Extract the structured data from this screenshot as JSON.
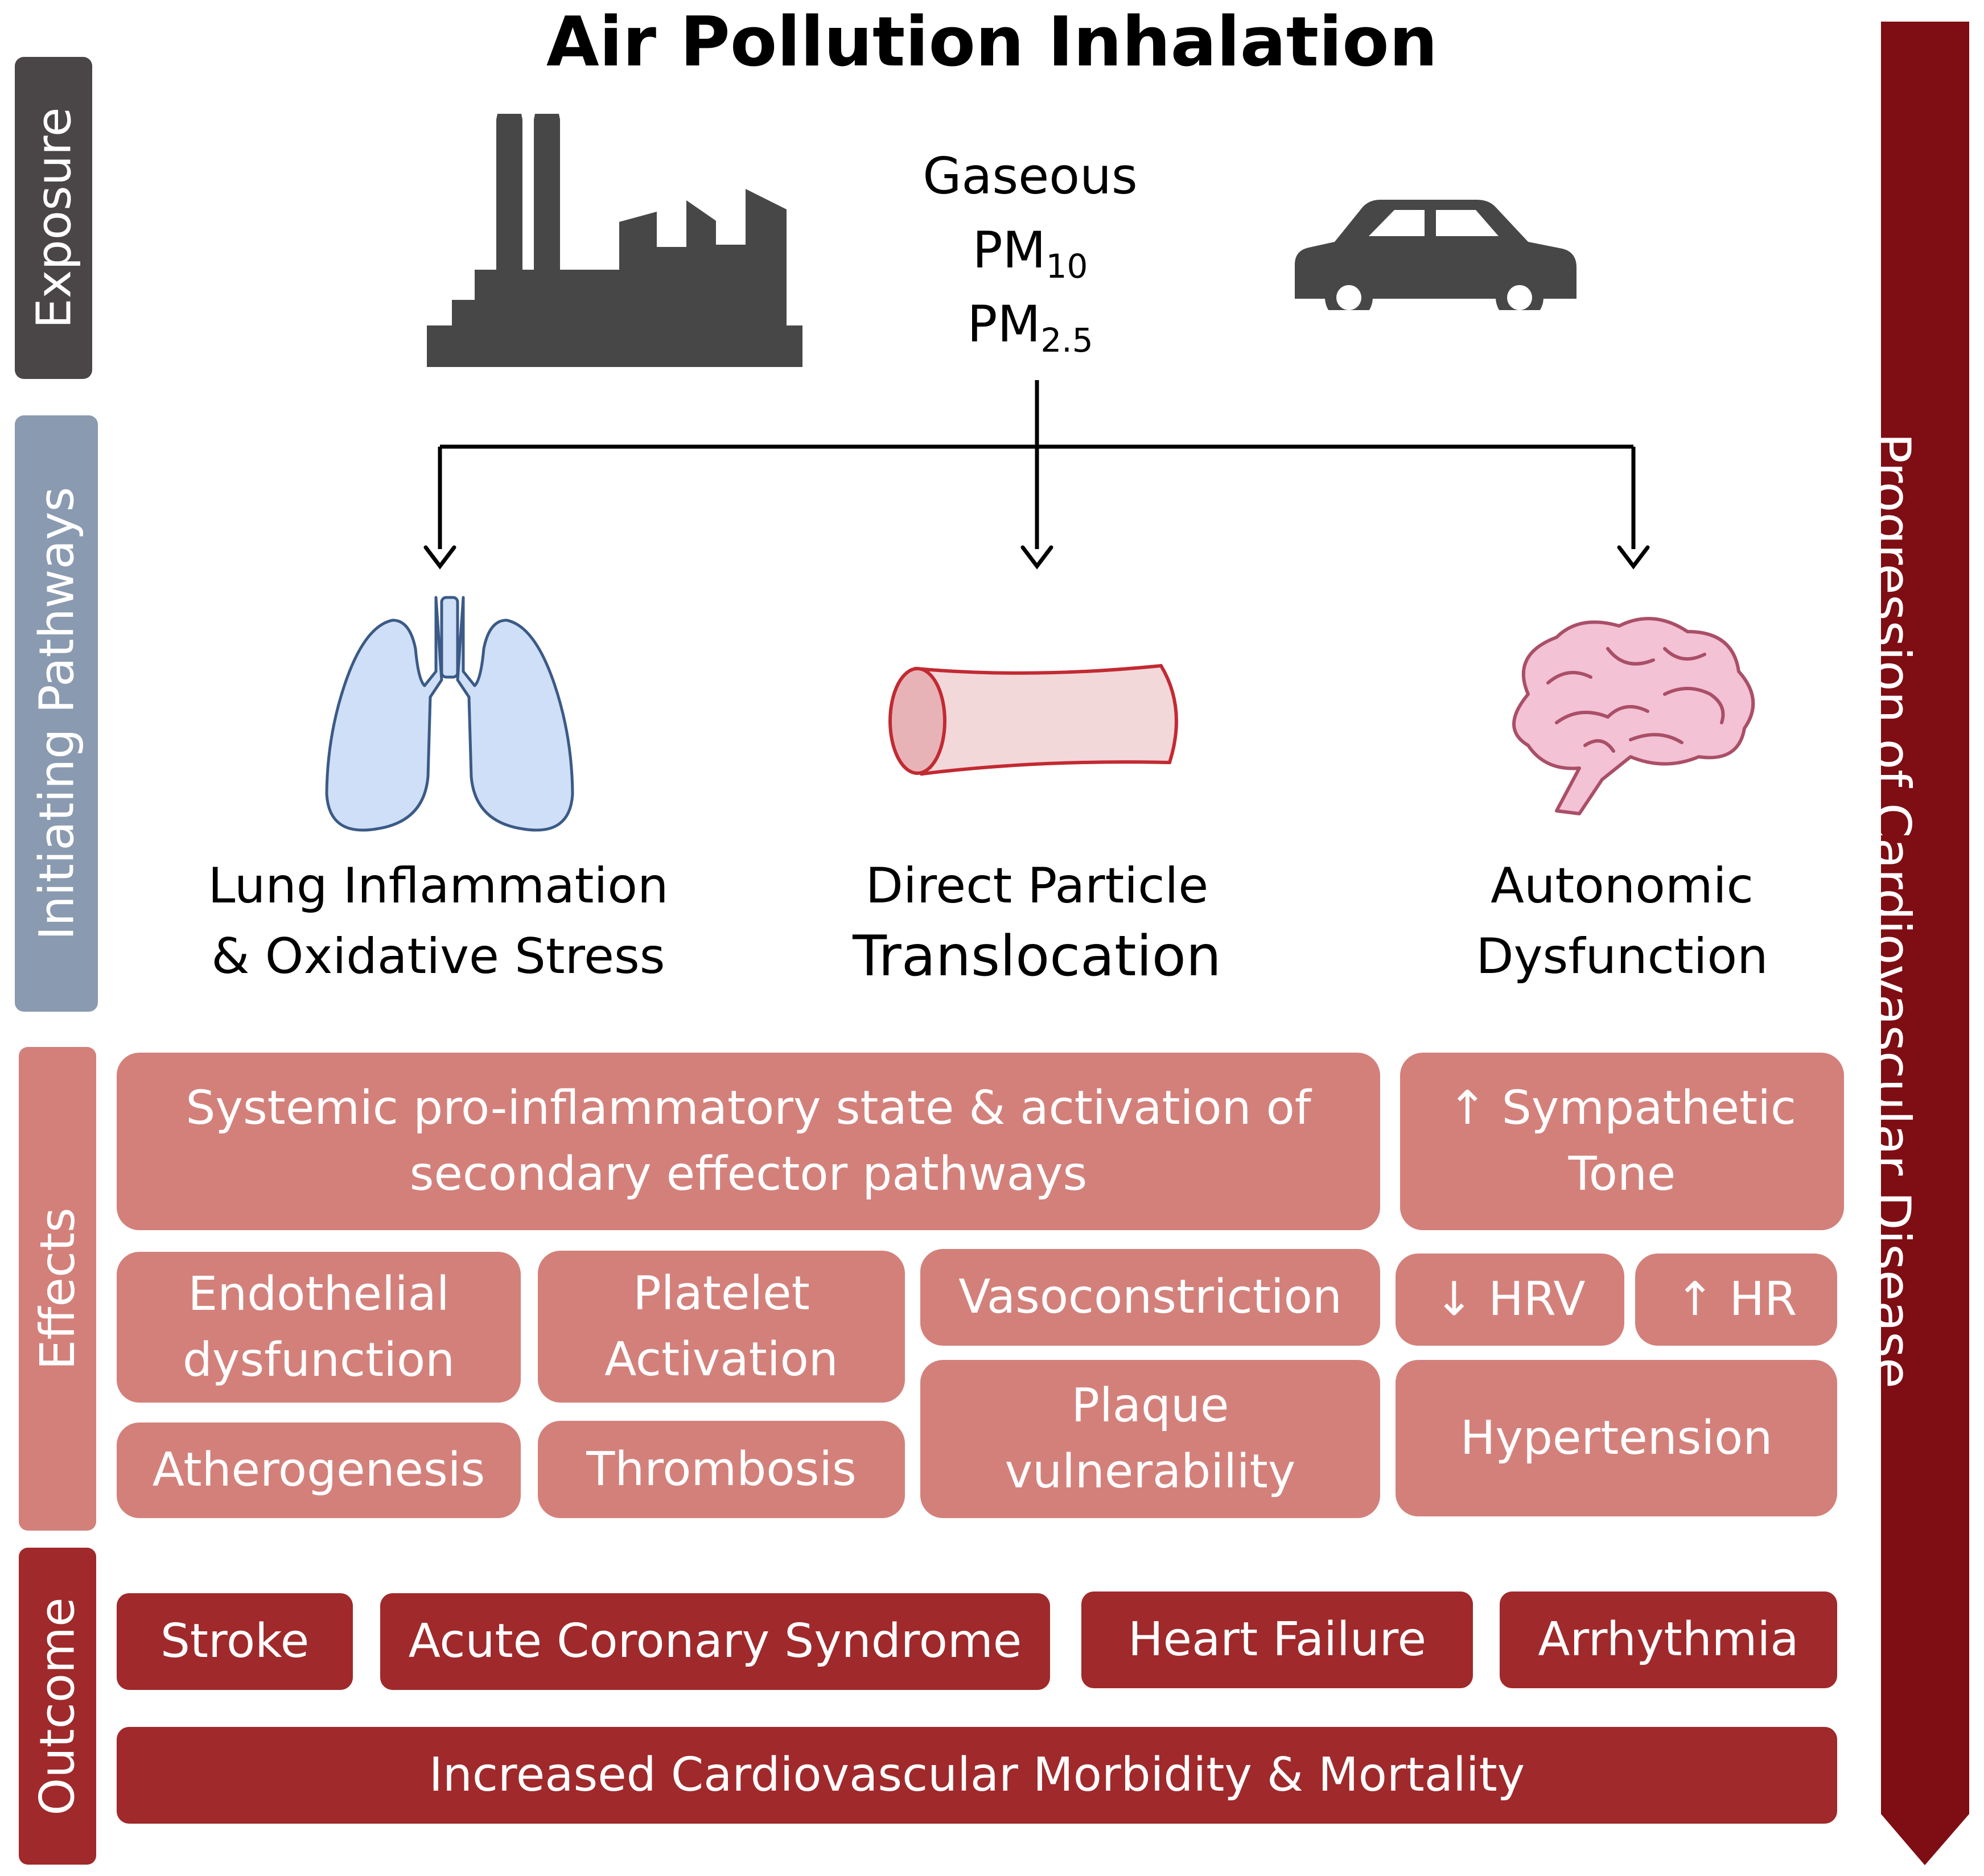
{
  "title": "Air Pollution Inhalation",
  "stages": {
    "exposure": "Exposure",
    "initiating": "Initiating Pathways",
    "effects": "Effects",
    "outcome": "Outcome"
  },
  "pollutants": {
    "gaseous": "Gaseous",
    "pm10_base": "PM",
    "pm10_sub": "10",
    "pm25_base": "PM",
    "pm25_sub": "2.5"
  },
  "icons": {
    "factory": "factory-icon",
    "car": "car-icon",
    "lungs": "lungs-icon",
    "vessel": "blood-vessel-icon",
    "brain": "brain-icon"
  },
  "pathways": {
    "lung_line1": "Lung Inflammation",
    "lung_line2": "& Oxidative Stress",
    "direct_line1": "Direct Particle",
    "direct_line2": "Translocation",
    "autonomic_line1": "Autonomic",
    "autonomic_line2": "Dysfunction"
  },
  "effects": {
    "systemic_line1": "Systemic pro-inflammatory state & activation of",
    "systemic_line2": "secondary effector pathways",
    "sympathetic_line1": "↑ Sympathetic",
    "sympathetic_line2": "Tone",
    "endothelial_line1": "Endothelial",
    "endothelial_line2": "dysfunction",
    "platelet_line1": "Platelet",
    "platelet_line2": "Activation",
    "vasoconstriction": "Vasoconstriction",
    "hrv": "↓ HRV",
    "hr": "↑ HR",
    "atherogenesis": "Atherogenesis",
    "thrombosis": "Thrombosis",
    "plaque_line1": "Plaque",
    "plaque_line2": "vulnerability",
    "hypertension": "Hypertension"
  },
  "outcomes": {
    "stroke": "Stroke",
    "acs": "Acute Coronary Syndrome",
    "heart_failure": "Heart Failure",
    "arrhythmia": "Arrhythmia",
    "increased": "Increased Cardiovascular Morbidity & Mortality"
  },
  "progression": "Progression of Cardiovascular Disease",
  "colors": {
    "exposure": "#4a4546",
    "initiating": "#8a9ab0",
    "effects": "#d3807b",
    "outcome": "#a0292b",
    "progression_arrow": "#7f0d14",
    "effect_box": "#d3807b",
    "outcome_box": "#a0292b"
  }
}
